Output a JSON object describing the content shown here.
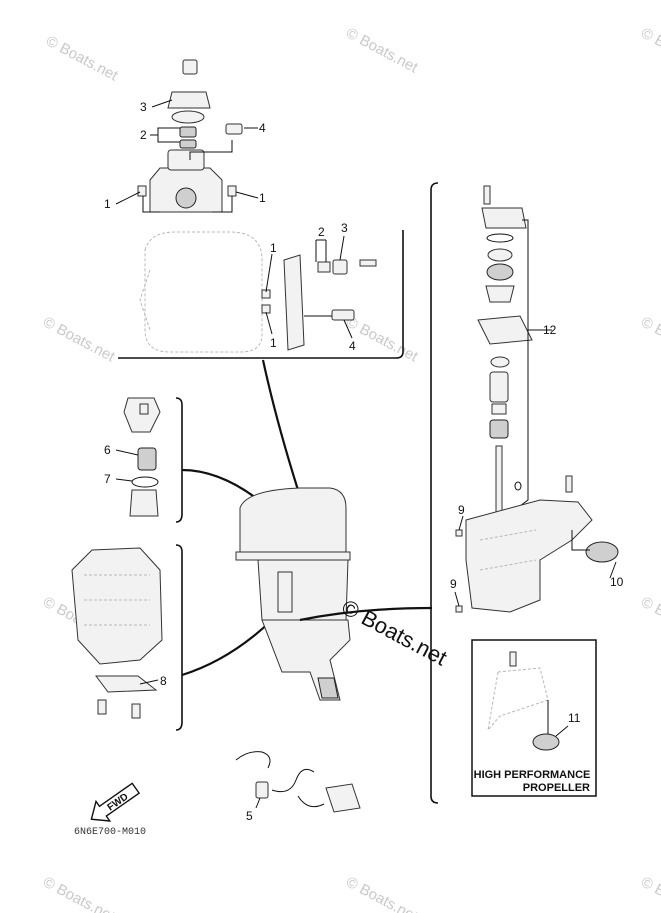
{
  "watermark": {
    "text": "© Boats.net",
    "center_text": "© Boats.net",
    "color": "#c9c9c9"
  },
  "callouts": {
    "c1a": "1",
    "c1b": "1",
    "c1c": "1",
    "c1d": "1",
    "c2a": "2",
    "c2b": "2",
    "c3a": "3",
    "c3b": "3",
    "c4a": "4",
    "c4b": "4",
    "c5": "5",
    "c6": "6",
    "c7": "7",
    "c8": "8",
    "c9a": "9",
    "c9b": "9",
    "c10": "10",
    "c11": "11",
    "c12": "12"
  },
  "inset": {
    "line1": "HIGH PERFORMANCE",
    "line2": "PROPELLER"
  },
  "fwd_label": "FWD",
  "diagram_code": "6N6E700-M010",
  "icons": {
    "fwd_arrow": "fwd-arrow-icon"
  }
}
